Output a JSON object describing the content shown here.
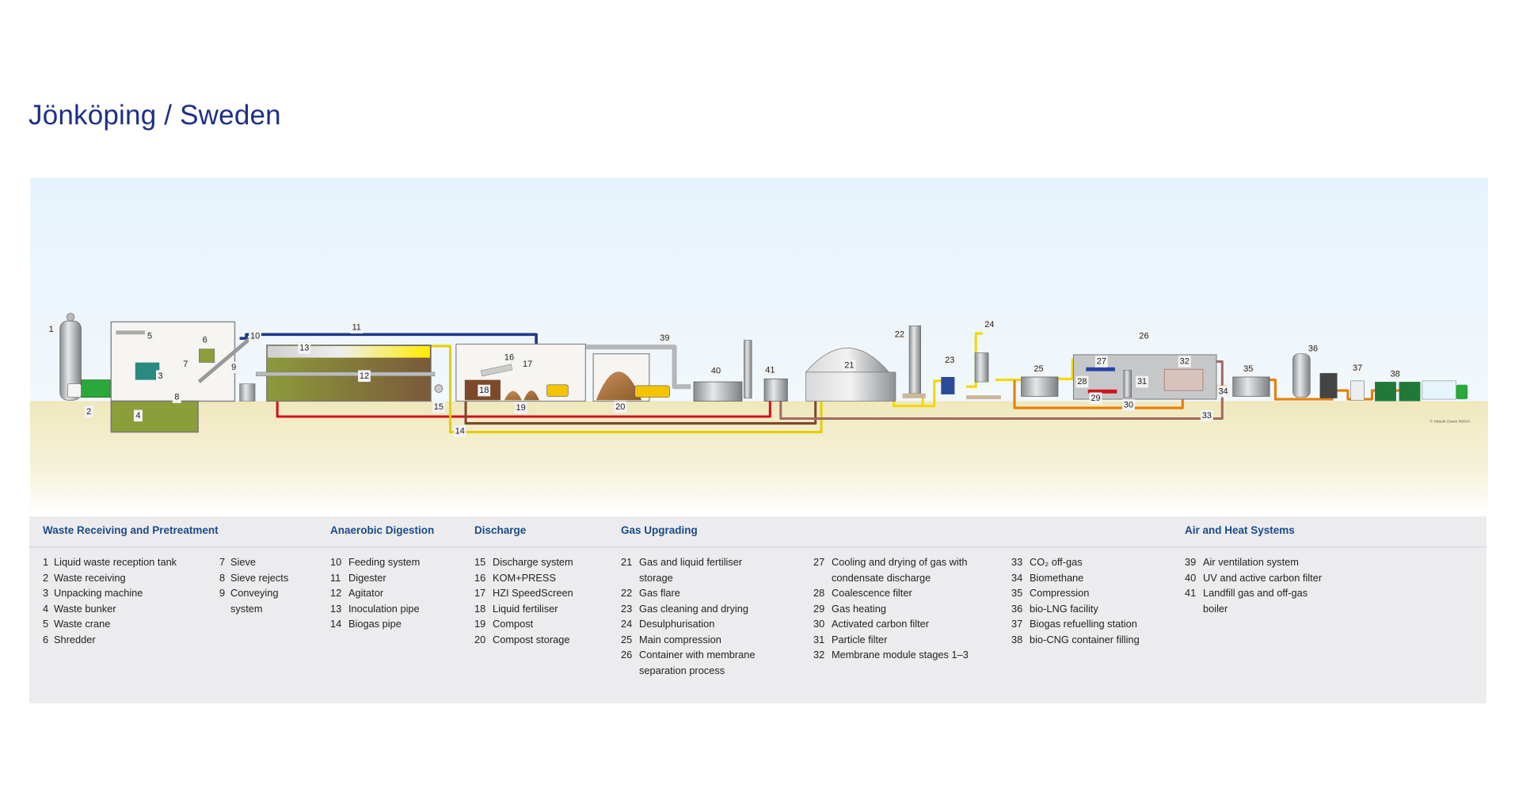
{
  "title": "Jönköping / Sweden",
  "diagram": {
    "labels": [
      "1",
      "2",
      "3",
      "4",
      "5",
      "6",
      "7",
      "8",
      "9",
      "10",
      "11",
      "12",
      "13",
      "14",
      "15",
      "16",
      "17",
      "18",
      "19",
      "20",
      "21",
      "22",
      "23",
      "24",
      "25",
      "26",
      "27",
      "28",
      "29",
      "30",
      "31",
      "32",
      "33",
      "34",
      "35",
      "36",
      "37",
      "38",
      "39",
      "40",
      "41"
    ],
    "copyright": "© Hitachi Zosen INOVA",
    "colors": {
      "sky": "#e8f4fc",
      "ground": "#efe8bd",
      "biogas": "#ffe600",
      "heat": "#d0121b",
      "digestate": "#7b4a2a",
      "feed": "#1e3a8a",
      "co2": "#a46a62",
      "biomethane": "#f08a00"
    }
  },
  "legend": {
    "sections": [
      {
        "title": "Waste Receiving and Pretreatment",
        "columns": [
          [
            {
              "n": "1",
              "label": "Liquid waste reception tank"
            },
            {
              "n": "2",
              "label": "Waste receiving"
            },
            {
              "n": "3",
              "label": "Unpacking machine"
            },
            {
              "n": "4",
              "label": "Waste bunker"
            },
            {
              "n": "5",
              "label": "Waste crane"
            },
            {
              "n": "6",
              "label": "Shredder"
            }
          ],
          [
            {
              "n": "7",
              "label": "Sieve"
            },
            {
              "n": "8",
              "label": "Sieve rejects"
            },
            {
              "n": "9",
              "label": "Conveying\nsystem"
            }
          ]
        ]
      },
      {
        "title": "Anaerobic Digestion",
        "columns": [
          [
            {
              "n": "10",
              "label": "Feeding system"
            },
            {
              "n": "11",
              "label": "Digester"
            },
            {
              "n": "12",
              "label": "Agitator"
            },
            {
              "n": "13",
              "label": "Inoculation pipe"
            },
            {
              "n": "14",
              "label": "Biogas pipe"
            }
          ]
        ]
      },
      {
        "title": "Discharge",
        "columns": [
          [
            {
              "n": "15",
              "label": "Discharge system"
            },
            {
              "n": "16",
              "label": "KOM+PRESS"
            },
            {
              "n": "17",
              "label": "HZI SpeedScreen"
            },
            {
              "n": "18",
              "label": "Liquid fertiliser"
            },
            {
              "n": "19",
              "label": "Compost"
            },
            {
              "n": "20",
              "label": "Compost storage"
            }
          ]
        ]
      },
      {
        "title": "Gas Upgrading",
        "columns": [
          [
            {
              "n": "21",
              "label": "Gas and liquid fertiliser\nstorage"
            },
            {
              "n": "22",
              "label": "Gas flare"
            },
            {
              "n": "23",
              "label": "Gas cleaning and drying"
            },
            {
              "n": "24",
              "label": "Desulphurisation"
            },
            {
              "n": "25",
              "label": "Main compression"
            },
            {
              "n": "26",
              "label": "Container with membrane\nseparation process"
            }
          ],
          [
            {
              "n": "27",
              "label": "Cooling and drying of gas with\ncondensate discharge"
            },
            {
              "n": "28",
              "label": "Coalescence filter"
            },
            {
              "n": "29",
              "label": "Gas heating"
            },
            {
              "n": "30",
              "label": "Activated carbon filter"
            },
            {
              "n": "31",
              "label": "Particle filter"
            },
            {
              "n": "32",
              "label": "Membrane module stages 1–3"
            }
          ],
          [
            {
              "n": "33",
              "label": "CO₂ off-gas"
            },
            {
              "n": "34",
              "label": "Biomethane"
            },
            {
              "n": "35",
              "label": "Compression"
            },
            {
              "n": "36",
              "label": "bio-LNG facility"
            },
            {
              "n": "37",
              "label": "Biogas refuelling station"
            },
            {
              "n": "38",
              "label": "bio-CNG container filling"
            }
          ]
        ]
      },
      {
        "title": "Air and Heat Systems",
        "columns": [
          [
            {
              "n": "39",
              "label": "Air ventilation system"
            },
            {
              "n": "40",
              "label": "UV and active carbon filter"
            },
            {
              "n": "41",
              "label": "Landfill gas and off-gas\nboiler"
            }
          ]
        ]
      }
    ]
  }
}
